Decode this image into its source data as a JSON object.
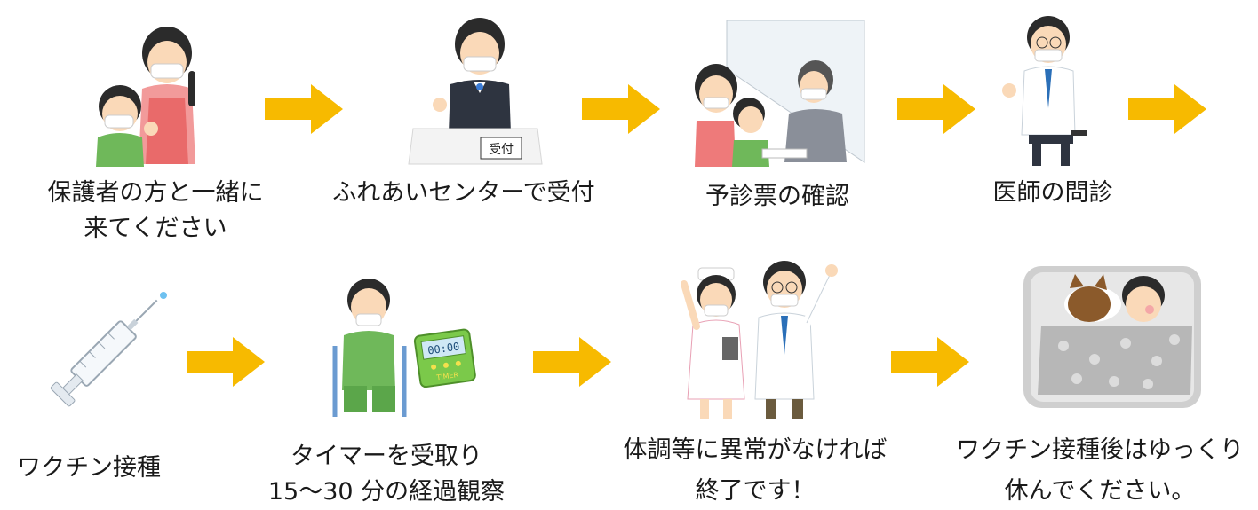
{
  "flow": {
    "row1": [
      {
        "lines": [
          "保護者の方と一緒に",
          "来てください"
        ],
        "icon": "parent-and-child-icon"
      },
      {
        "lines": [
          "ふれあいセンターで受付"
        ],
        "icon": "reception-desk-icon",
        "desk_sign": "受付"
      },
      {
        "lines": [
          "予診票の確認"
        ],
        "icon": "questionnaire-check-icon"
      },
      {
        "lines": [
          "医師の問診"
        ],
        "icon": "doctor-interview-icon"
      }
    ],
    "row2": [
      {
        "lines": [
          "ワクチン接種"
        ],
        "icon": "syringe-icon"
      },
      {
        "lines": [
          "タイマーを受取り",
          "15～30 分の経過観察"
        ],
        "icon": "timer-observation-icon",
        "timer_display": "00:00",
        "timer_label": "TIMER"
      },
      {
        "lines": [
          "体調等に異常がなければ",
          "終了です！"
        ],
        "icon": "nurse-and-doctor-icon"
      },
      {
        "lines": [
          "ワクチン接種後はゆっくり",
          "休んでください。"
        ],
        "icon": "resting-in-bed-icon"
      }
    ]
  },
  "colors": {
    "arrow": "#F7BA00",
    "skin": "#FAD9B8",
    "hair": "#2B2B2B",
    "mask": "#FFFFFF",
    "green": "#6FB85A",
    "apron": "#EE7A7A"
  }
}
